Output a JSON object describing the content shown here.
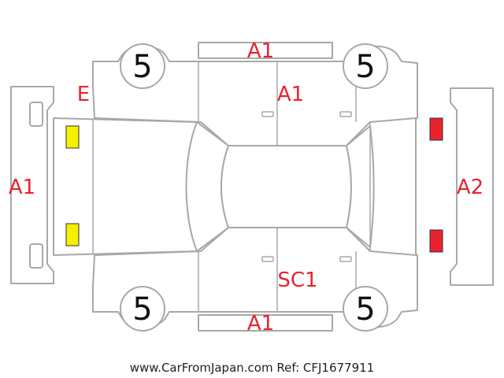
{
  "tires": {
    "front_left": "5",
    "front_right": "5",
    "rear_left": "5",
    "rear_right": "5"
  },
  "damage_codes": {
    "top_panel": "A1",
    "top_door": "A1",
    "left_bumper": "A1",
    "left_corner": "E",
    "right_bumper": "A2",
    "bottom_door": "SC1",
    "bottom_panel": "A1"
  },
  "markers": {
    "left_color": "#f5ef00",
    "right_color": "#e8232e"
  },
  "footer": {
    "text": "www.CarFromJapan.com Ref: CFJ1677911"
  }
}
